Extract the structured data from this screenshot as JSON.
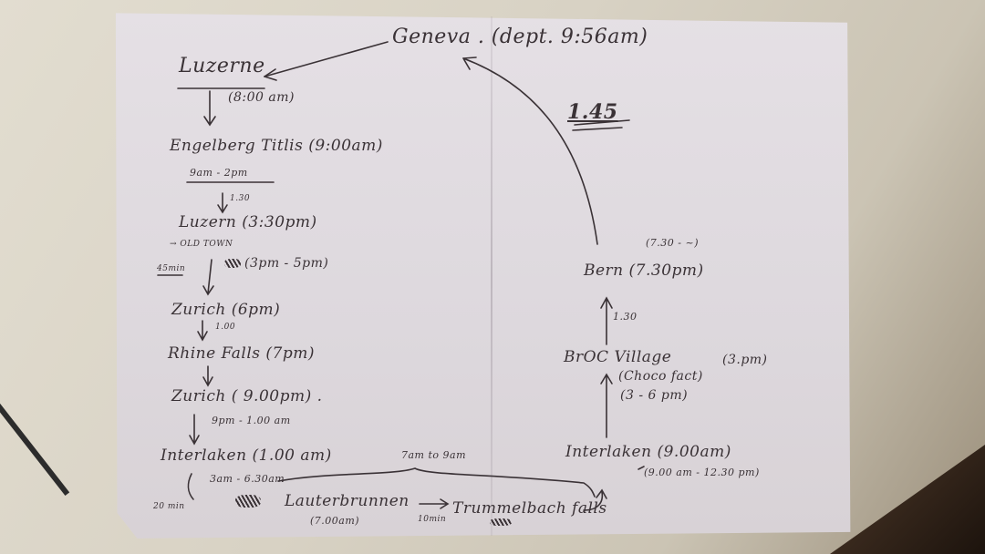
{
  "itinerary": {
    "geneva": "Geneva . (dept. 9:56am)",
    "luzerne": "Luzerne",
    "luzerne_time": "(8:00 am)",
    "engelberg": "Engelberg Titlis (9:00am)",
    "engelberg_range": "9am - 2pm",
    "dur_130_a": "1.30",
    "luzern2": "Luzern (3:30pm)",
    "old_town": "→ OLD TOWN",
    "luzern2_range": "(3pm - 5pm)",
    "dur_45min": "45min",
    "zurich1": "Zurich (6pm)",
    "dur_100": "1.00",
    "rhine": "Rhine Falls (7pm)",
    "zurich2": "Zurich ( 9.00pm) .",
    "zurich2_range": "9pm - 1.00 am",
    "interlaken1": "Interlaken (1.00 am)",
    "interlaken1_range": "3am - 6.30am",
    "window_range": "7am to 9am",
    "dur_20min": "20 min",
    "lauterbrunnen": "Lauterbrunnen",
    "lauterbrunnen_time": "(7.00am)",
    "dur_10min": "10min",
    "trummelbach": "Trummelbach falls",
    "interlaken2": "Interlaken (9.00am)",
    "interlaken2_range": "(9.00 am - 12.30 pm)",
    "broc": "BrOC Village",
    "broc_time": "(3.pm)",
    "broc_fact": "(Choco fact)",
    "broc_range": "(3 - 6 pm)",
    "dur_130_b": "1.30",
    "bern": "Bern (7.30pm)",
    "bern_range": "(7.30 - ~)",
    "return_dur": "1.45"
  },
  "colors": {
    "ink": "#3a3236",
    "paper": "#e2dde2"
  }
}
